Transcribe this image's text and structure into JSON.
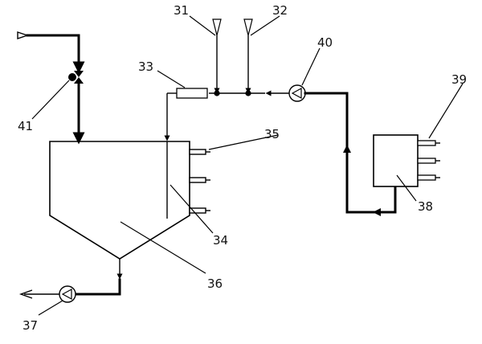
{
  "labels": {
    "l31": "31",
    "l32": "32",
    "l33": "33",
    "l34": "34",
    "l35": "35",
    "l36": "36",
    "l37": "37",
    "l38": "38",
    "l39": "39",
    "l40": "40",
    "l41": "41"
  }
}
